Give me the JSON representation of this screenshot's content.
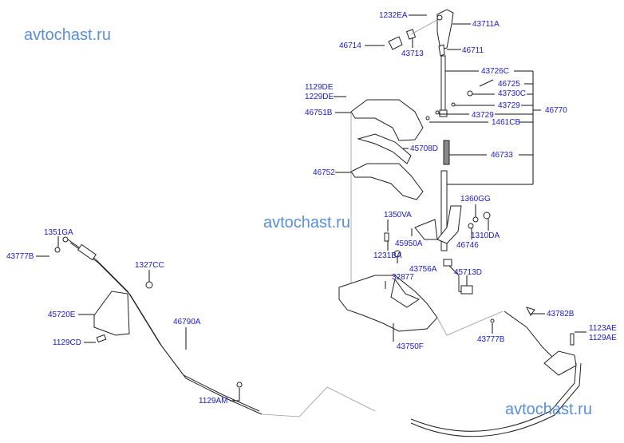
{
  "watermarks": [
    "avtochast.ru",
    "avtochast.ru",
    "avtochast.ru"
  ],
  "labels": {
    "p1232EA": "1232EA",
    "p43711A": "43711A",
    "p46714": "46714",
    "p43713": "43713",
    "p46711": "46711",
    "p43726C": "43726C",
    "p46725": "46725",
    "p43730C": "43730C",
    "p43729a": "43729",
    "p43729b": "43729",
    "p46770": "46770",
    "p1461CB": "1461CB",
    "p1129DE": "1129DE",
    "p1229DE": "1229DE",
    "p46751B": "46751B",
    "p45708D": "45708D",
    "p46733": "46733",
    "p46752": "46752",
    "p1360GG": "1360GG",
    "p1350VA": "1350VA",
    "p1310DA": "1310DA",
    "p45950A": "45950A",
    "p46746": "46746",
    "p1231BA": "1231BA",
    "p43756A": "43756A",
    "p45713D": "45713D",
    "p32877": "32877",
    "p43750F": "43750F",
    "p1351GA": "1351GA",
    "p43777B_left": "43777B",
    "p1327CC": "1327CC",
    "p45720E": "45720E",
    "p46790A": "46790A",
    "p1129CD": "1129CD",
    "p1129AM": "1129AM",
    "p43782B": "43782B",
    "p43777B_right": "43777B",
    "p1123AE": "1123AE",
    "p1129AE": "1129AE"
  },
  "colors": {
    "label": "#1a1acc",
    "watermark": "#5a8fd8",
    "line": "#222222"
  }
}
